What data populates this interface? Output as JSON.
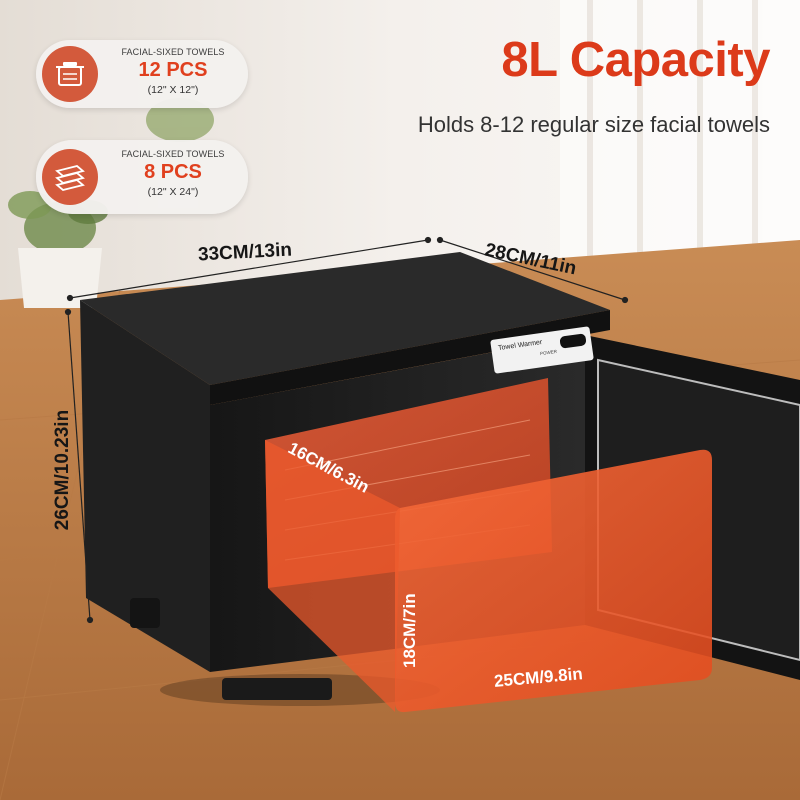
{
  "badges": [
    {
      "label": "FACIAL-SIXED TOWELS",
      "count": "12 PCS",
      "size": "(12\" X 12\")",
      "icon": "towel-pot-icon"
    },
    {
      "label": "FACIAL-SIXED TOWELS",
      "count": "8 PCS",
      "size": "(12\" X 24\")",
      "icon": "folded-towels-icon"
    }
  ],
  "headline": "8L Capacity",
  "subheadline": "Holds 8-12 regular size facial towels",
  "dimensions": {
    "width": "33CM/13in",
    "depth": "28CM/11in",
    "height": "26CM/10.23in",
    "inner_depth": "16CM/6.3in",
    "inner_height": "18CM/7in",
    "inner_width": "25CM/9.8in"
  },
  "device_panel": {
    "label": "Towel Warmer",
    "power": "POWER"
  },
  "colors": {
    "accent": "#dc3a1a",
    "badge_icon_bg": "#d35a3c",
    "cabinet": "#1a1a1a",
    "highlight": "#f0551e"
  }
}
